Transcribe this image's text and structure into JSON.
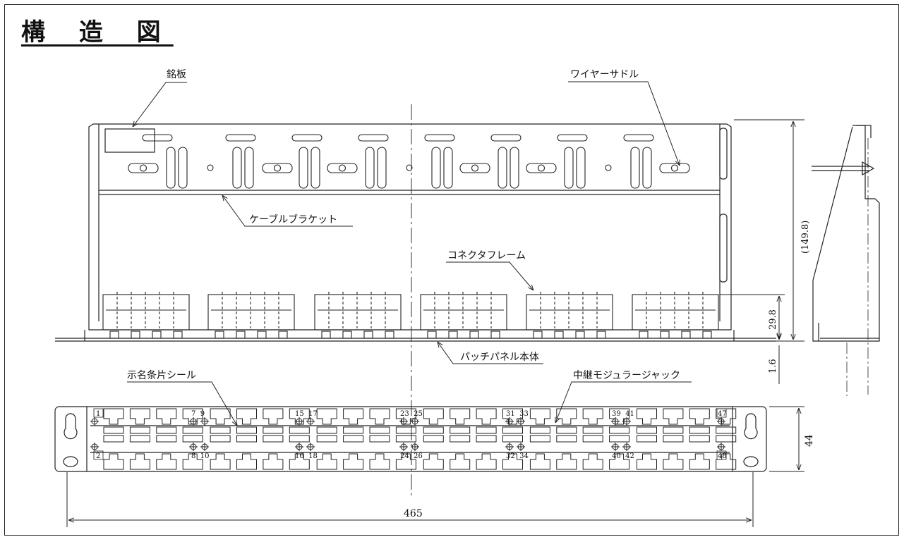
{
  "title": "構 造 図",
  "callouts": {
    "nameplate": "銘板",
    "wire_saddle": "ワイヤーサドル",
    "cable_bracket": "ケーブルブラケット",
    "connector_frame": "コネクタフレーム",
    "panel_body": "パッチパネル本体",
    "label_strip_seal": "示名条片シール",
    "modular_jack": "中継モジュラージャック"
  },
  "dimensions": {
    "height_total": "(149.8)",
    "frame_height": "29.8",
    "plate_thickness": "1.6",
    "panel_height": "44",
    "width": "465"
  },
  "port_labels": {
    "top_left": [
      "1",
      "7",
      "9",
      "15",
      "17",
      "23",
      "25",
      "31",
      "33",
      "39",
      "41",
      "47"
    ],
    "bottom_left": [
      "2",
      "8",
      "10",
      "16",
      "18",
      "24",
      "26",
      "32",
      "34",
      "40",
      "42",
      "48"
    ],
    "top_pairs": [
      "7  9",
      "15  17",
      "23  25",
      "31  33",
      "39  41"
    ],
    "bottom_pairs": [
      "8  10",
      "16  18",
      "24  26",
      "32  34",
      "40  42"
    ],
    "single_top_first": "1",
    "single_top_last": "47",
    "single_bottom_first": "2",
    "single_bottom_last": "48"
  },
  "colors": {
    "line": "#222222",
    "background": "#ffffff"
  }
}
